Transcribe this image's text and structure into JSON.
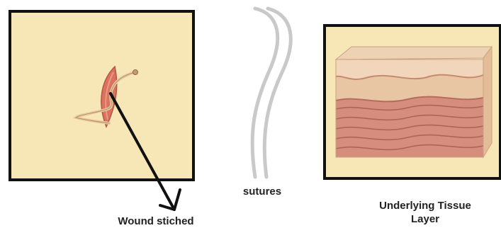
{
  "labels": {
    "wound": "Wound stiched",
    "sutures": "sutures",
    "tissue_line1": "Underlying Tissue",
    "tissue_line2": "Layer"
  },
  "colors": {
    "panel_fill": "#f7e7b7",
    "border": "#111111",
    "suture_gray": "#c9c9c9",
    "wound_red": "#d9735e",
    "thread_tan": "#e6c9a1",
    "tissue_top": "#e8c6a3",
    "tissue_layers": "#d58e7d"
  }
}
